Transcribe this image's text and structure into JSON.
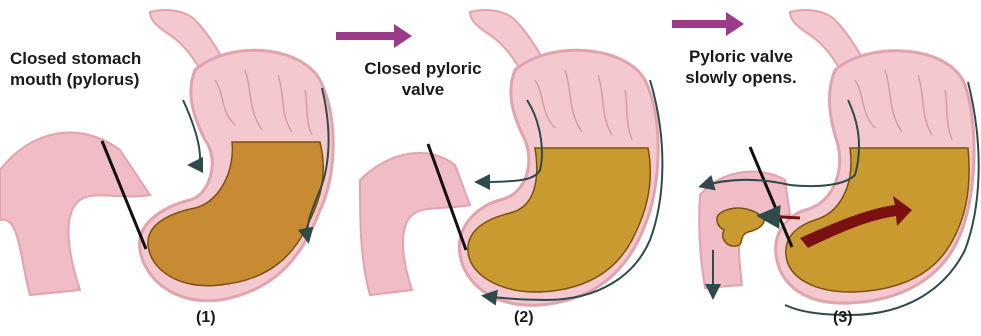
{
  "labels": {
    "step1": "Closed stomach\nmouth (pylorus)",
    "step2": "Closed pyloric\nvalve",
    "step3": "Pyloric valve\nslowly opens."
  },
  "captions": [
    "(1)",
    "(2)",
    "(3)"
  ],
  "colors": {
    "stomach_wall": "#f3c9cf",
    "stomach_wall_dark": "#e2a3ad",
    "contents_1": "#c88a32",
    "contents_2": "#c99a30",
    "contents_3": "#c99a30",
    "intestine": "#f0bcc5",
    "arrow_purple": "#9b3b8a",
    "arrow_dark_red": "#7a1010",
    "line": "#111111",
    "flow_arrow": "#2f4a4a"
  }
}
